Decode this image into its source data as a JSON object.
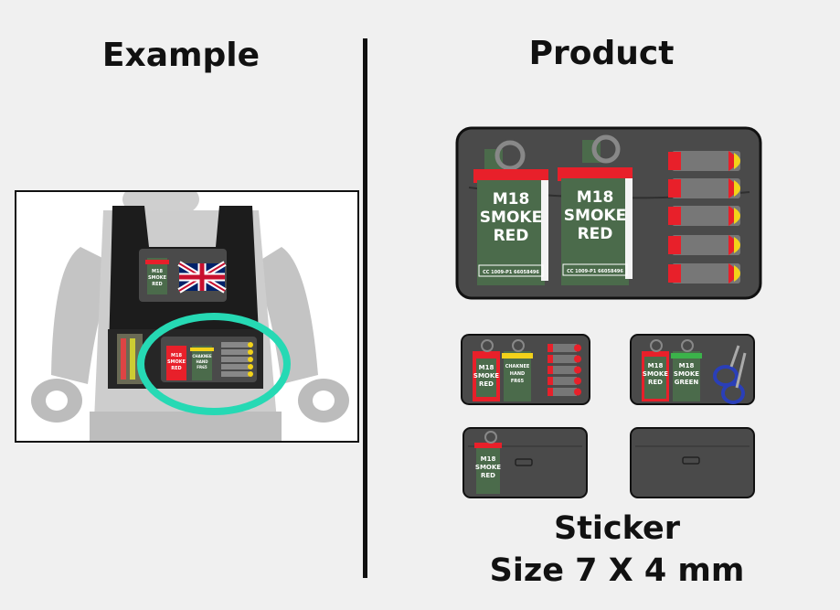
{
  "headings": {
    "left": "Example",
    "right": "Product"
  },
  "caption": {
    "line1": "Sticker",
    "line2": "Size 7 X 4 mm"
  },
  "grenade_red": {
    "line1": "M18",
    "line2": "SMOKE",
    "line3": "RED",
    "serial": "CC 1009-P1 66058496"
  },
  "grenade_green": {
    "line1": "M18",
    "line2": "SMOKE",
    "line3": "GREEN"
  },
  "grenade_yellow": {
    "line1": "CHAKNEE",
    "line2": "HAND",
    "line3": "FR65"
  },
  "colors": {
    "panel": "#4a4a4a",
    "grenade": "#4b6b4b",
    "red": "#e8202a",
    "yellow": "#f2d21a",
    "highlight_ring": "#26d9b4",
    "scissors": "#2a3fb8",
    "vest": "#1c1c1c",
    "figure": "#c9c9c9"
  },
  "icons": [
    "uk-flag-icon",
    "scissors-icon",
    "grenade-icon",
    "shell-icon",
    "pouch-slot-icon"
  ]
}
